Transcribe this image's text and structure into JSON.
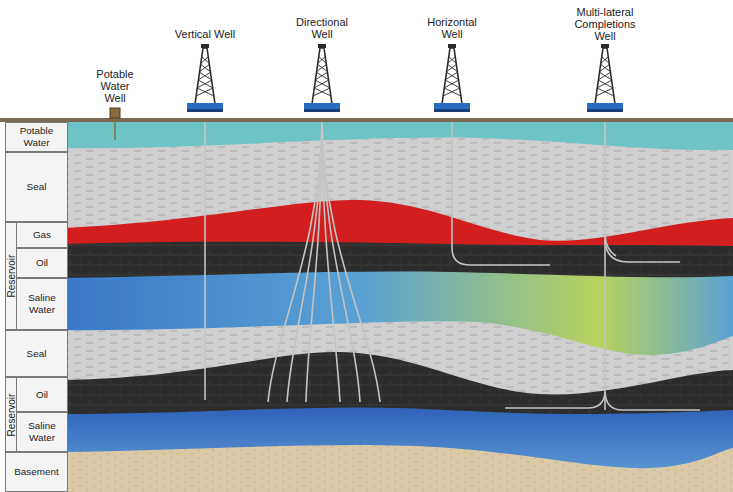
{
  "diagram": {
    "nodes": [
      {
        "text": [
          "Potable Water"
        ]
      },
      {
        "text": [
          "Seal"
        ]
      },
      {
        "text": [
          "Reservoir"
        ]
      },
      {
        "text": [
          "Gas"
        ]
      },
      {
        "text": [
          "Oil"
        ]
      },
      {
        "text": [
          "Saline Water"
        ]
      },
      {
        "text": [
          "Seal"
        ]
      },
      {
        "text": [
          "Reservoir"
        ]
      },
      {
        "text": [
          "Oil"
        ]
      },
      {
        "text": [
          "Saline Water"
        ]
      },
      {
        "text": [
          "Basement"
        ]
      }
    ],
    "labels": [
      "Potable Water Well",
      "Vertical Well",
      "Directional Well",
      "Horizontal Well",
      "Multi-lateral Completions Well"
    ]
  }
}
